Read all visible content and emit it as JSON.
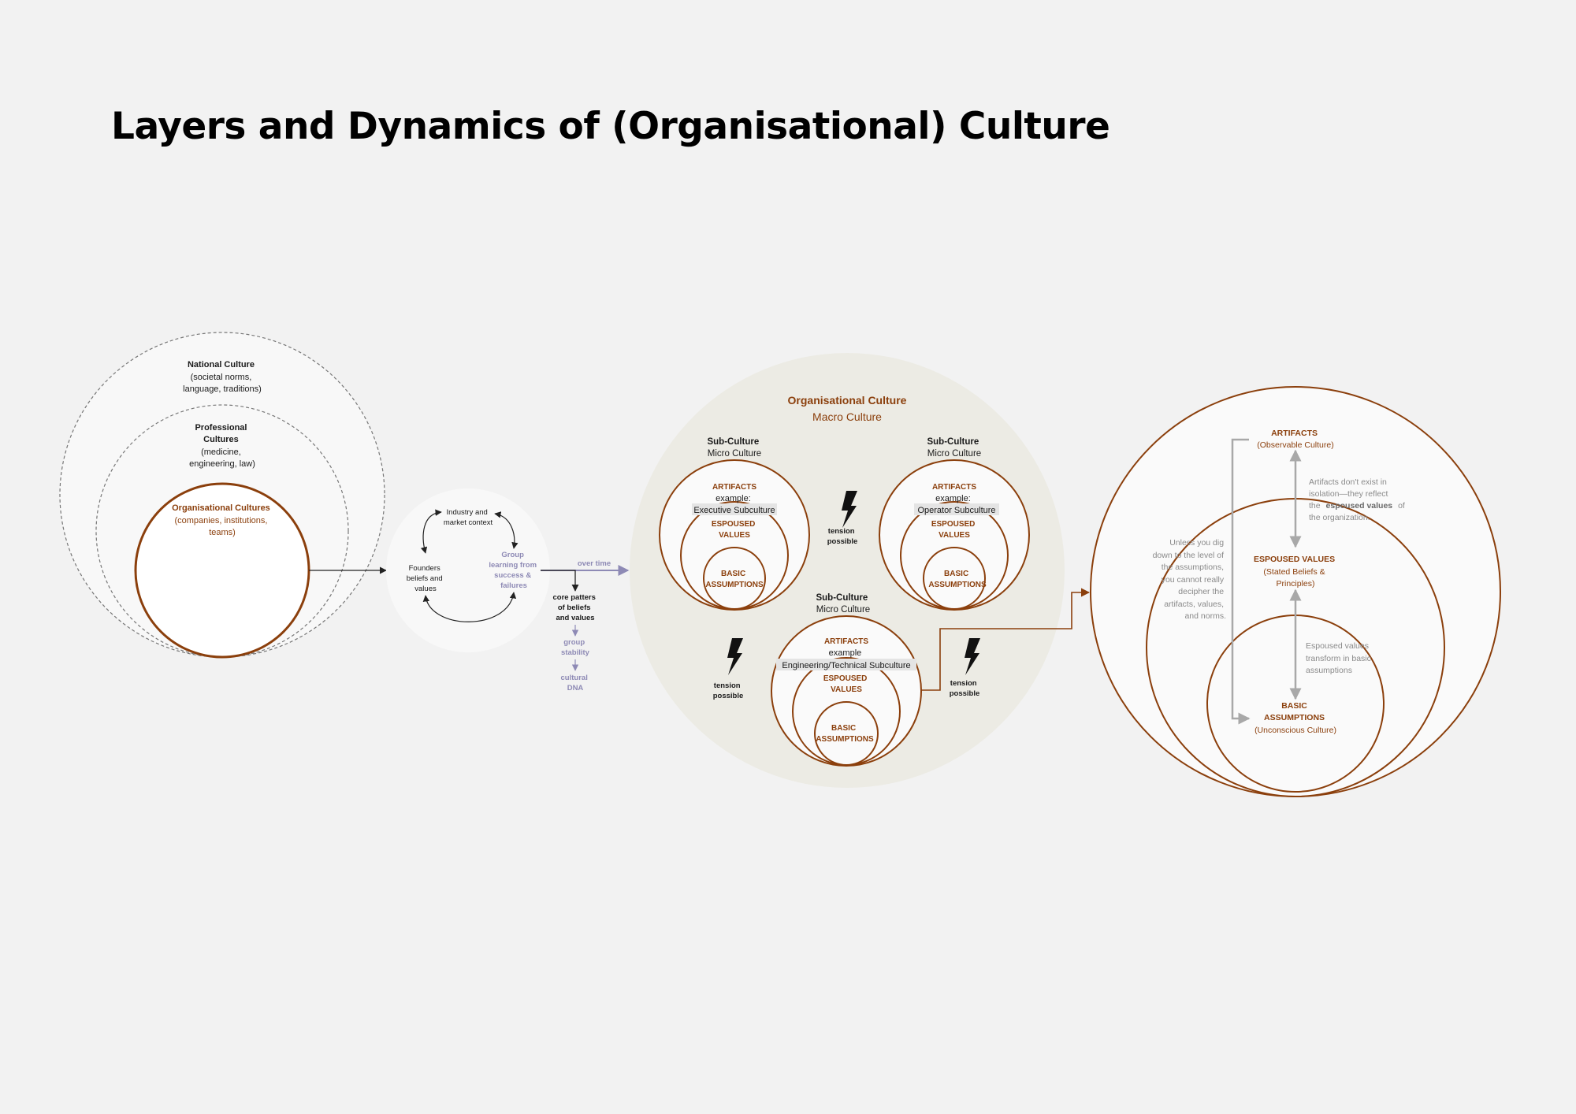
{
  "title": "Layers and Dynamics of (Organisational) Culture",
  "colors": {
    "background": "#f2f2f2",
    "accent": "#8b3f0c",
    "flow": "#8e8ab5",
    "macro_fill": "#ecebe4"
  },
  "layers": {
    "national": {
      "title": "National Culture",
      "line1": "(societal norms,",
      "line2": "language, traditions)"
    },
    "professional": {
      "title1": "Professional",
      "title2": "Cultures",
      "line1": "(medicine,",
      "line2": "engineering, law)"
    },
    "organisational": {
      "title": "Organisational Cultures",
      "line1": "(companies, institutions,",
      "line2": "teams)"
    }
  },
  "formation": {
    "industry1": "Industry and",
    "industry2": "market context",
    "founders1": "Founders",
    "founders2": "beliefs and",
    "founders3": "values",
    "group1": "Group",
    "group2": "learning from",
    "group3": "success &",
    "group4": "failures",
    "over_time": "over time",
    "core1": "core patters",
    "core2": "of beliefs",
    "core3": "and values",
    "stability1": "group",
    "stability2": "stability",
    "dna1": "cultural",
    "dna2": "DNA"
  },
  "macro": {
    "title": "Organisational Culture",
    "subtitle": "Macro Culture"
  },
  "subcultures": {
    "common": {
      "label": "Sub-Culture",
      "sublabel": "Micro Culture",
      "artifacts": "ARTIFACTS",
      "espoused1": "ESPOUSED",
      "espoused2": "VALUES",
      "basic1": "BASIC",
      "basic2": "ASSUMPTIONS"
    },
    "executive": {
      "example1": "example:",
      "example2": "Executive Subculture"
    },
    "operator": {
      "example1": "example:",
      "example2": "Operator Subculture"
    },
    "engineering": {
      "example1": "example",
      "example2": "Engineering/Technical Subculture"
    }
  },
  "tension": {
    "line1": "tension",
    "line2": "possible"
  },
  "levels": {
    "artifacts": {
      "title": "ARTIFACTS",
      "sub": "(Observable Culture)"
    },
    "espoused": {
      "title": "ESPOUSED VALUES",
      "sub1": "(Stated Beliefs &",
      "sub2": "Principles)"
    },
    "basic": {
      "title1": "BASIC",
      "title2": "ASSUMPTIONS",
      "sub": "(Unconscious Culture)"
    },
    "note_artifacts": {
      "line1": "Artifacts don't exist in",
      "line2": "isolation—they reflect",
      "line3a": "the",
      "line3b": "espoused values",
      "line3c": "of",
      "line4": "the organization."
    },
    "note_dig": {
      "line1": "Unless you dig",
      "line2": "down to the level of",
      "line3": "the assumptions,",
      "line4": "you cannot really",
      "line5": "decipher the",
      "line6": "artifacts, values,",
      "line7": "and norms."
    },
    "note_transform": {
      "line1": "Espoused values",
      "line2": "transform in basic",
      "line3": "assumptions"
    }
  }
}
